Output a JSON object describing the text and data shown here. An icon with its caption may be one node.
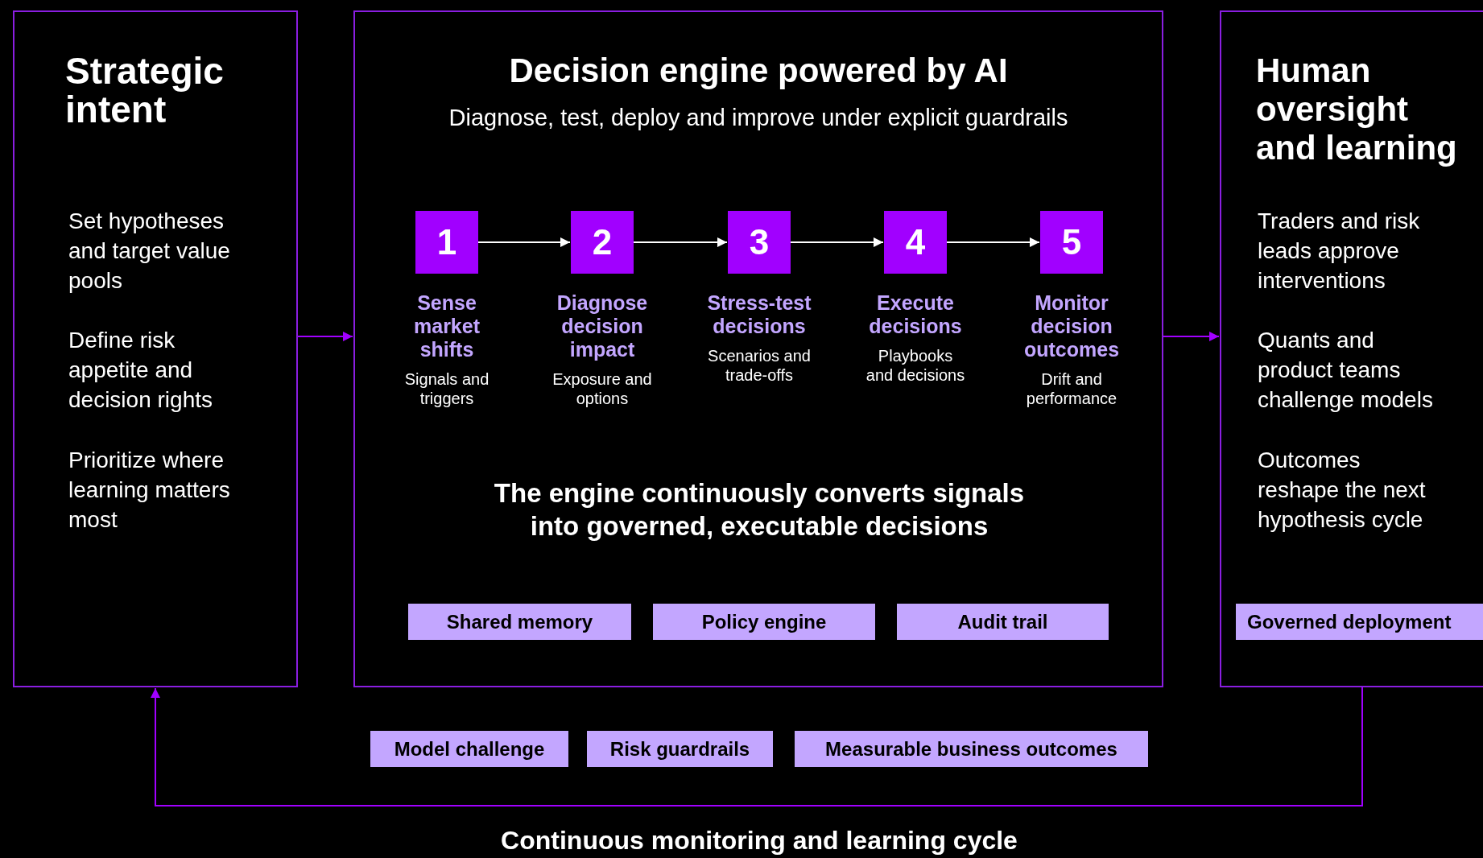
{
  "diagram": {
    "caption": "Continuous monitoring and learning cycle",
    "nodes": [
      {
        "text": [
          "Strategic intent",
          "Set hypotheses and target value pools",
          "Define risk appetite and decision rights",
          "Prioritize where learning matters most"
        ]
      },
      {
        "text": [
          "Decision engine powered by AI",
          "Diagnose, test, deploy and improve under explicit guardrails",
          "The engine continuously converts signals into governed, executable decisions"
        ]
      },
      {
        "text": [
          "1"
        ],
        "in": 1,
        "beside": [
          "Sense market shifts",
          "Signals and triggers"
        ]
      },
      {
        "text": [
          "2"
        ],
        "in": 1,
        "beside": [
          "Diagnose decision impact",
          "Exposure and options"
        ]
      },
      {
        "text": [
          "3"
        ],
        "in": 1,
        "beside": [
          "Stress-test decisions",
          "Scenarios and trade-offs"
        ]
      },
      {
        "text": [
          "4"
        ],
        "in": 1,
        "beside": [
          "Execute decisions",
          "Playbooks and decisions"
        ]
      },
      {
        "text": [
          "5"
        ],
        "in": 1,
        "beside": [
          "Monitor decision outcomes",
          "Drift and performance"
        ]
      },
      {
        "text": [
          "Shared memory"
        ],
        "in": 1
      },
      {
        "text": [
          "Policy engine"
        ],
        "in": 1
      },
      {
        "text": [
          "Audit trail"
        ],
        "in": 1
      },
      {
        "text": [
          "Human oversight and learning",
          "Traders and risk leads approve interventions",
          "Quants and product teams challenge models",
          "Outcomes reshape the next hypothesis cycle"
        ]
      },
      {
        "text": [
          "Governed deployment"
        ],
        "in": 10
      },
      {
        "text": [
          "Model challenge"
        ]
      },
      {
        "text": [
          "Risk guardrails"
        ]
      },
      {
        "text": [
          "Measurable business outcomes"
        ]
      }
    ],
    "edges": [
      {
        "from": 0,
        "to": 1,
        "arrow": "to",
        "color": "#a100ff"
      },
      {
        "from": 1,
        "to": 10,
        "arrow": "to",
        "color": "#a100ff"
      },
      {
        "from": 2,
        "to": 3,
        "arrow": "to"
      },
      {
        "from": 3,
        "to": 4,
        "arrow": "to"
      },
      {
        "from": 4,
        "to": 5,
        "arrow": "to"
      },
      {
        "from": 5,
        "to": 6,
        "arrow": "to"
      },
      {
        "from": 10,
        "to": 0,
        "arrow": "to",
        "color": "#a100ff"
      }
    ]
  }
}
